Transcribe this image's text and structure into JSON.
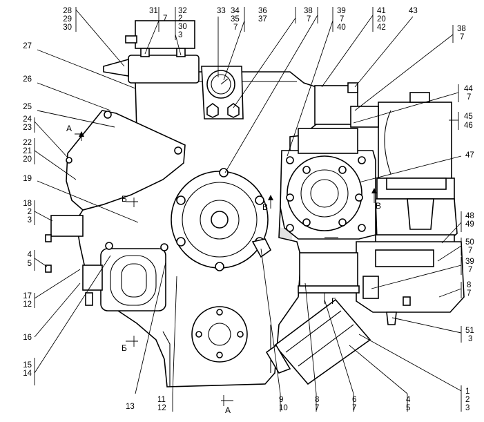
{
  "callouts": [
    {
      "id": "c-28-29-30",
      "lines": [
        "28",
        "29",
        "30"
      ]
    },
    {
      "id": "c-31-7",
      "lines": [
        "31",
        "7"
      ]
    },
    {
      "id": "c-32-2-30-3",
      "lines": [
        "32",
        "2",
        "30",
        "3"
      ]
    },
    {
      "id": "c-33",
      "lines": [
        "33"
      ]
    },
    {
      "id": "c-34-35-7",
      "lines": [
        "34",
        "35",
        "7"
      ]
    },
    {
      "id": "c-36-37",
      "lines": [
        "36",
        "37"
      ]
    },
    {
      "id": "c-38-7-top",
      "lines": [
        "38",
        "7"
      ]
    },
    {
      "id": "c-39-7-40",
      "lines": [
        "39",
        "7",
        "40"
      ]
    },
    {
      "id": "c-41-20-42",
      "lines": [
        "41",
        "20",
        "42"
      ]
    },
    {
      "id": "c-43",
      "lines": [
        "43"
      ]
    },
    {
      "id": "c-38-7-right",
      "lines": [
        "38",
        "7"
      ]
    },
    {
      "id": "c-27",
      "lines": [
        "27"
      ]
    },
    {
      "id": "c-26",
      "lines": [
        "26"
      ]
    },
    {
      "id": "c-25",
      "lines": [
        "25"
      ]
    },
    {
      "id": "c-24-23",
      "lines": [
        "24",
        "23"
      ]
    },
    {
      "id": "c-22-21-20",
      "lines": [
        "22",
        "21",
        "20"
      ]
    },
    {
      "id": "c-19",
      "lines": [
        "19"
      ]
    },
    {
      "id": "c-18-2-3",
      "lines": [
        "18",
        "2",
        "3"
      ]
    },
    {
      "id": "c-4-5-left",
      "lines": [
        "4",
        "5"
      ]
    },
    {
      "id": "c-17-12",
      "lines": [
        "17",
        "12"
      ]
    },
    {
      "id": "c-16",
      "lines": [
        "16"
      ]
    },
    {
      "id": "c-15-14",
      "lines": [
        "15",
        "14"
      ]
    },
    {
      "id": "c-13",
      "lines": [
        "13"
      ]
    },
    {
      "id": "c-11-12",
      "lines": [
        "11",
        "12"
      ]
    },
    {
      "id": "c-9-10",
      "lines": [
        "9",
        "10"
      ]
    },
    {
      "id": "c-8-7-bottom",
      "lines": [
        "8",
        "7"
      ]
    },
    {
      "id": "c-6-7",
      "lines": [
        "6",
        "7"
      ]
    },
    {
      "id": "c-4-5-bottom",
      "lines": [
        "4",
        "5"
      ]
    },
    {
      "id": "c-1-2-3",
      "lines": [
        "1",
        "2",
        "3"
      ]
    },
    {
      "id": "c-44-7",
      "lines": [
        "44",
        "7"
      ]
    },
    {
      "id": "c-45-46",
      "lines": [
        "45",
        "46"
      ]
    },
    {
      "id": "c-47",
      "lines": [
        "47"
      ]
    },
    {
      "id": "c-48-49",
      "lines": [
        "48",
        "49"
      ]
    },
    {
      "id": "c-50-7",
      "lines": [
        "50",
        "7"
      ]
    },
    {
      "id": "c-39-7-right",
      "lines": [
        "39",
        "7"
      ]
    },
    {
      "id": "c-8-7-right",
      "lines": [
        "8",
        "7"
      ]
    },
    {
      "id": "c-51-3",
      "lines": [
        "51",
        "3"
      ]
    }
  ],
  "section_marks": [
    {
      "id": "s-A-top",
      "text": "А"
    },
    {
      "id": "s-B-left",
      "text": "Б"
    },
    {
      "id": "s-V-center",
      "text": "В"
    },
    {
      "id": "s-V-right",
      "text": "В"
    },
    {
      "id": "s-G",
      "text": "Г"
    },
    {
      "id": "s-B-bottom",
      "text": "Б"
    },
    {
      "id": "s-A-bottom",
      "text": "А"
    }
  ]
}
